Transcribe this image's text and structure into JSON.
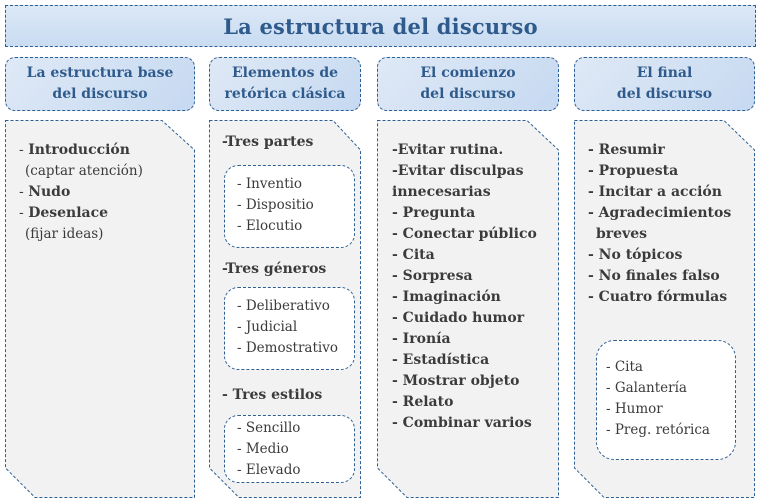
{
  "title": "La estructura  del discurso",
  "colors": {
    "accent_text": "#2f5b8c",
    "border": "#2e5f94",
    "header_fill": "#c6d9f1",
    "panel_fill": "#f2f2f2",
    "body_text": "#3b3b3b"
  },
  "columns": [
    {
      "header": [
        "La estructura base",
        "del discurso"
      ],
      "items": [
        {
          "prefix": "- ",
          "text": "Introducción",
          "bold": true
        },
        {
          "prefix": "",
          "text": "(captar atención)",
          "bold": false
        },
        {
          "prefix": "- ",
          "text": "Nudo",
          "bold": true
        },
        {
          "prefix": "- ",
          "text": "Desenlace",
          "bold": true
        },
        {
          "prefix": "",
          "text": "(fijar ideas)",
          "bold": false
        }
      ]
    },
    {
      "header": [
        "Elementos de",
        "retórica clásica"
      ],
      "groups": [
        {
          "label": "-Tres partes",
          "items": [
            "-  Inventio",
            "- Dispositio",
            "-  Elocutio"
          ]
        },
        {
          "label": "-Tres géneros",
          "items": [
            "-  Deliberativo",
            "- Judicial",
            "- Demostrativo"
          ]
        },
        {
          "label": "- Tres estilos",
          "items": [
            "- Sencillo",
            "- Medio",
            "- Elevado"
          ]
        }
      ]
    },
    {
      "header": [
        "El comienzo",
        "del discurso"
      ],
      "items": [
        "-Evitar rutina.",
        "-Evitar disculpas",
        "innecesarias",
        "- Pregunta",
        "- Conectar público",
        "- Cita",
        "- Sorpresa",
        "- Imaginación",
        "- Cuidado humor",
        "- Ironía",
        "- Estadística",
        "- Mostrar objeto",
        "- Relato",
        "- Combinar varios"
      ]
    },
    {
      "header": [
        "El final",
        "del discurso"
      ],
      "items": [
        "- Resumir",
        "- Propuesta",
        "- Incitar a acción",
        "- Agradecimientos",
        "  breves",
        "- No tópicos",
        "- No finales falso",
        "- Cuatro fórmulas"
      ],
      "formulas": [
        "-  Cita",
        "- Galantería",
        "- Humor",
        "- Preg. retórica"
      ]
    }
  ]
}
